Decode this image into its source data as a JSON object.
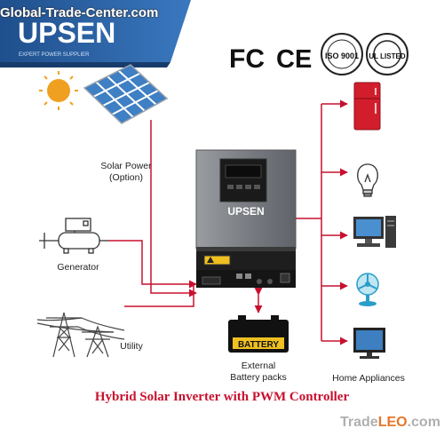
{
  "watermark": "Global-Trade-Center.com",
  "brand": {
    "name": "UPSEN",
    "tagline": "EXPERT POWER SUPPLIER"
  },
  "certifications": {
    "fcc": "FC",
    "ce": "CE",
    "iso": "ISO 9001",
    "ul": "UL LISTED"
  },
  "inverter": {
    "brand": "UPSEN"
  },
  "labels": {
    "solar": [
      "Solar Power",
      "(Option)"
    ],
    "generator": "Generator",
    "utility": "Utility",
    "battery_box": "BATTERY",
    "battery": [
      "External",
      "Battery packs"
    ],
    "appliances": "Home Appliances"
  },
  "caption": "Hybrid Solar Inverter with PWM Controller",
  "footer_brand": {
    "part1": "Trade",
    "part2": "LEO",
    "part3": ".com"
  },
  "colors": {
    "wire": "#c8102e",
    "brand_blue": "#2a5e9e",
    "inverter_gray": "#7f8287"
  }
}
